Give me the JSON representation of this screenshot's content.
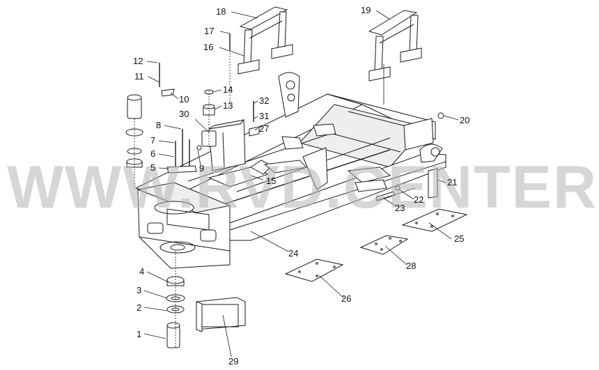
{
  "diagram": {
    "callouts": [
      {
        "id": "1",
        "label": "1"
      },
      {
        "id": "2",
        "label": "2"
      },
      {
        "id": "3",
        "label": "3"
      },
      {
        "id": "4",
        "label": "4"
      },
      {
        "id": "5",
        "label": "5"
      },
      {
        "id": "6",
        "label": "6"
      },
      {
        "id": "7",
        "label": "7"
      },
      {
        "id": "8",
        "label": "8"
      },
      {
        "id": "9",
        "label": "9"
      },
      {
        "id": "10",
        "label": "10"
      },
      {
        "id": "11",
        "label": "11"
      },
      {
        "id": "12",
        "label": "12"
      },
      {
        "id": "13",
        "label": "13"
      },
      {
        "id": "14",
        "label": "14"
      },
      {
        "id": "15",
        "label": "15"
      },
      {
        "id": "16",
        "label": "16"
      },
      {
        "id": "17",
        "label": "17"
      },
      {
        "id": "18",
        "label": "18"
      },
      {
        "id": "19",
        "label": "19"
      },
      {
        "id": "20",
        "label": "20"
      },
      {
        "id": "21",
        "label": "21"
      },
      {
        "id": "22",
        "label": "22"
      },
      {
        "id": "23",
        "label": "23"
      },
      {
        "id": "24",
        "label": "24"
      },
      {
        "id": "25",
        "label": "25"
      },
      {
        "id": "26",
        "label": "26"
      },
      {
        "id": "27",
        "label": "27"
      },
      {
        "id": "28",
        "label": "28"
      },
      {
        "id": "29",
        "label": "29"
      },
      {
        "id": "30",
        "label": "30"
      },
      {
        "id": "31",
        "label": "31"
      },
      {
        "id": "32",
        "label": "32"
      }
    ],
    "watermark": "WWW.RVD.CENTER"
  }
}
